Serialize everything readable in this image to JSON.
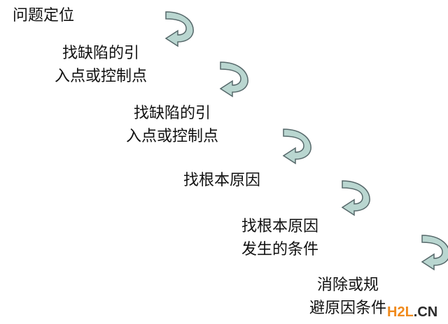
{
  "steps": [
    {
      "lines": [
        "问题定位"
      ]
    },
    {
      "lines": [
        "找缺陷的引",
        "入点或控制点"
      ]
    },
    {
      "lines": [
        "找缺陷的引",
        "入点或控制点"
      ]
    },
    {
      "lines": [
        "找根本原因"
      ]
    },
    {
      "lines": [
        "找根本原因",
        "发生的条件"
      ]
    },
    {
      "lines": [
        "消除或规",
        "避原因条件"
      ]
    }
  ],
  "watermark": {
    "part1": "H2L",
    "part2": ".CN"
  },
  "colors": {
    "arrow_fill": "#b9d6d0",
    "arrow_stroke": "#56686a",
    "watermark_orange": "#f08a1c"
  }
}
